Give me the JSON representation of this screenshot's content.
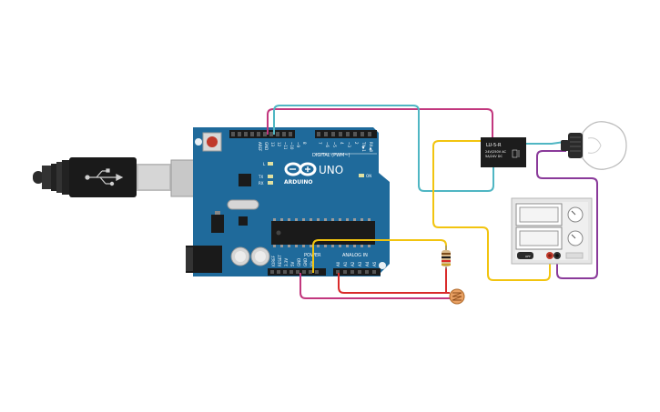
{
  "board": {
    "digital_label": "DIGITAL (PWM~)",
    "brand": "ARDUINO",
    "model": "UNO",
    "power_label": "POWER",
    "analog_label": "ANALOG IN",
    "tx_label": "TX",
    "rx_label": "RX",
    "l_label": "L",
    "on_label": "ON",
    "ioref_label": "IOREF",
    "reset_label": "RESET",
    "v33_label": "3.3V",
    "v5_label": "5V",
    "gnd1_label": "GND",
    "gnd2_label": "GND",
    "vin_label": "Vin",
    "a0": "A0",
    "a1": "A1",
    "a2": "A2",
    "a3": "A3",
    "a4": "A4",
    "a5": "A5",
    "aref": "AREF",
    "gnd_top": "GND",
    "d13": "13",
    "d12": "12",
    "d11": "~11",
    "d10": "~10",
    "d9": "~9",
    "d8": "8",
    "d7": "7",
    "d6": "~6",
    "d5": "~5",
    "d4": "4",
    "d3": "~3",
    "d2": "2",
    "d1": "TX▶1",
    "d0": "RX◀0"
  },
  "relay": {
    "model": "LU-5-R",
    "rating1": "24V/250V AC",
    "rating2": "5A/24V DC"
  },
  "power_supply": {
    "button_label": "OFF"
  },
  "colors": {
    "board": "#1f6a9b",
    "wire_magenta": "#c2377e",
    "wire_cyan": "#4fb6c3",
    "wire_yellow": "#f2c40f",
    "wire_red": "#d92a2a",
    "wire_purple": "#8a3a9a",
    "relay": "#1c1c1c"
  }
}
